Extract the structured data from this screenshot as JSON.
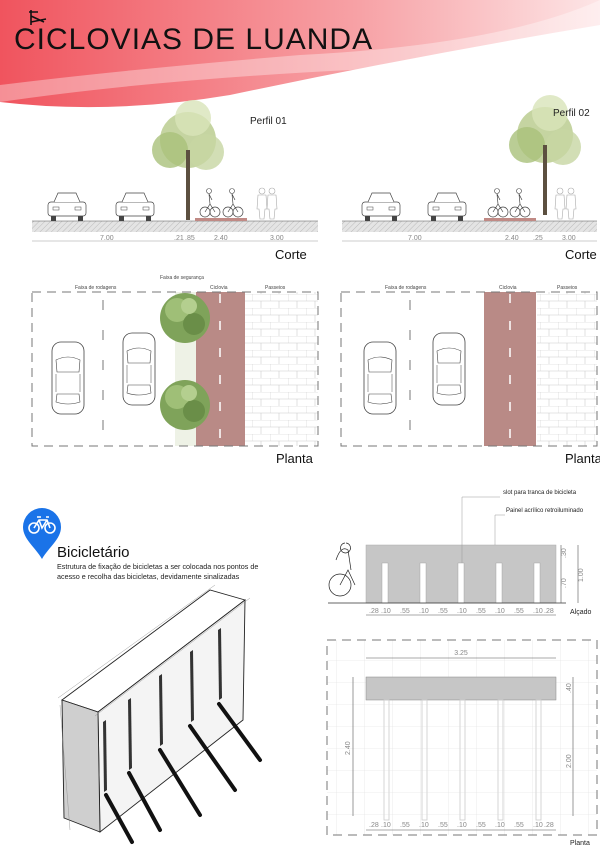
{
  "header": {
    "title": "CICLOVIAS DE LUANDA",
    "accent_color": "#f0545e"
  },
  "profile_1": {
    "label": "Perfil 01",
    "section_label": "Corte",
    "plan_label": "Planta",
    "dimensions": [
      "7.00",
      ".21",
      ".85",
      "2.40",
      "3.00"
    ],
    "plan_labels": {
      "road": "Faixa de rodagens",
      "safety": "Faixa de segurança",
      "bike_lane": "Ciclovia",
      "sidewalk": "Passeios"
    }
  },
  "profile_2": {
    "label": "Perfil 02",
    "section_label": "Corte",
    "plan_label": "Planta",
    "dimensions": [
      "7.00",
      "2.40",
      ".25",
      "3.00"
    ],
    "plan_labels": {
      "road": "Faixa de rodagens",
      "bike_lane": "Ciclovia",
      "sidewalk": "Passeios"
    }
  },
  "bike_rack": {
    "title": "Bicicletário",
    "description_line1": "Estrutura de fixação de bicicletas a ser colocada nos pontos de",
    "description_line2": "acesso e recolha das bicicletas, devidamente sinalizadas",
    "pin_color": "#1a73e8",
    "elevation": {
      "label": "Alçado",
      "note_slot": "slot para tranca de bicicleta",
      "note_panel": "Painel acrílico retroiluminado",
      "width_dims": [
        ".28",
        ".10",
        ".55",
        ".10",
        ".55",
        ".10",
        ".55",
        ".10",
        ".55",
        ".10",
        ".28"
      ],
      "height_dims": [
        ".30",
        ".70",
        "1.00"
      ]
    },
    "plan": {
      "label": "Planta",
      "total_width": "3.25",
      "total_depth": "2.40",
      "panel_depth": ".40",
      "slot_depth": "2.00",
      "width_dims": [
        ".28",
        ".10",
        ".55",
        ".10",
        ".55",
        ".10",
        ".55",
        ".10",
        ".55",
        ".10",
        ".28"
      ]
    }
  }
}
